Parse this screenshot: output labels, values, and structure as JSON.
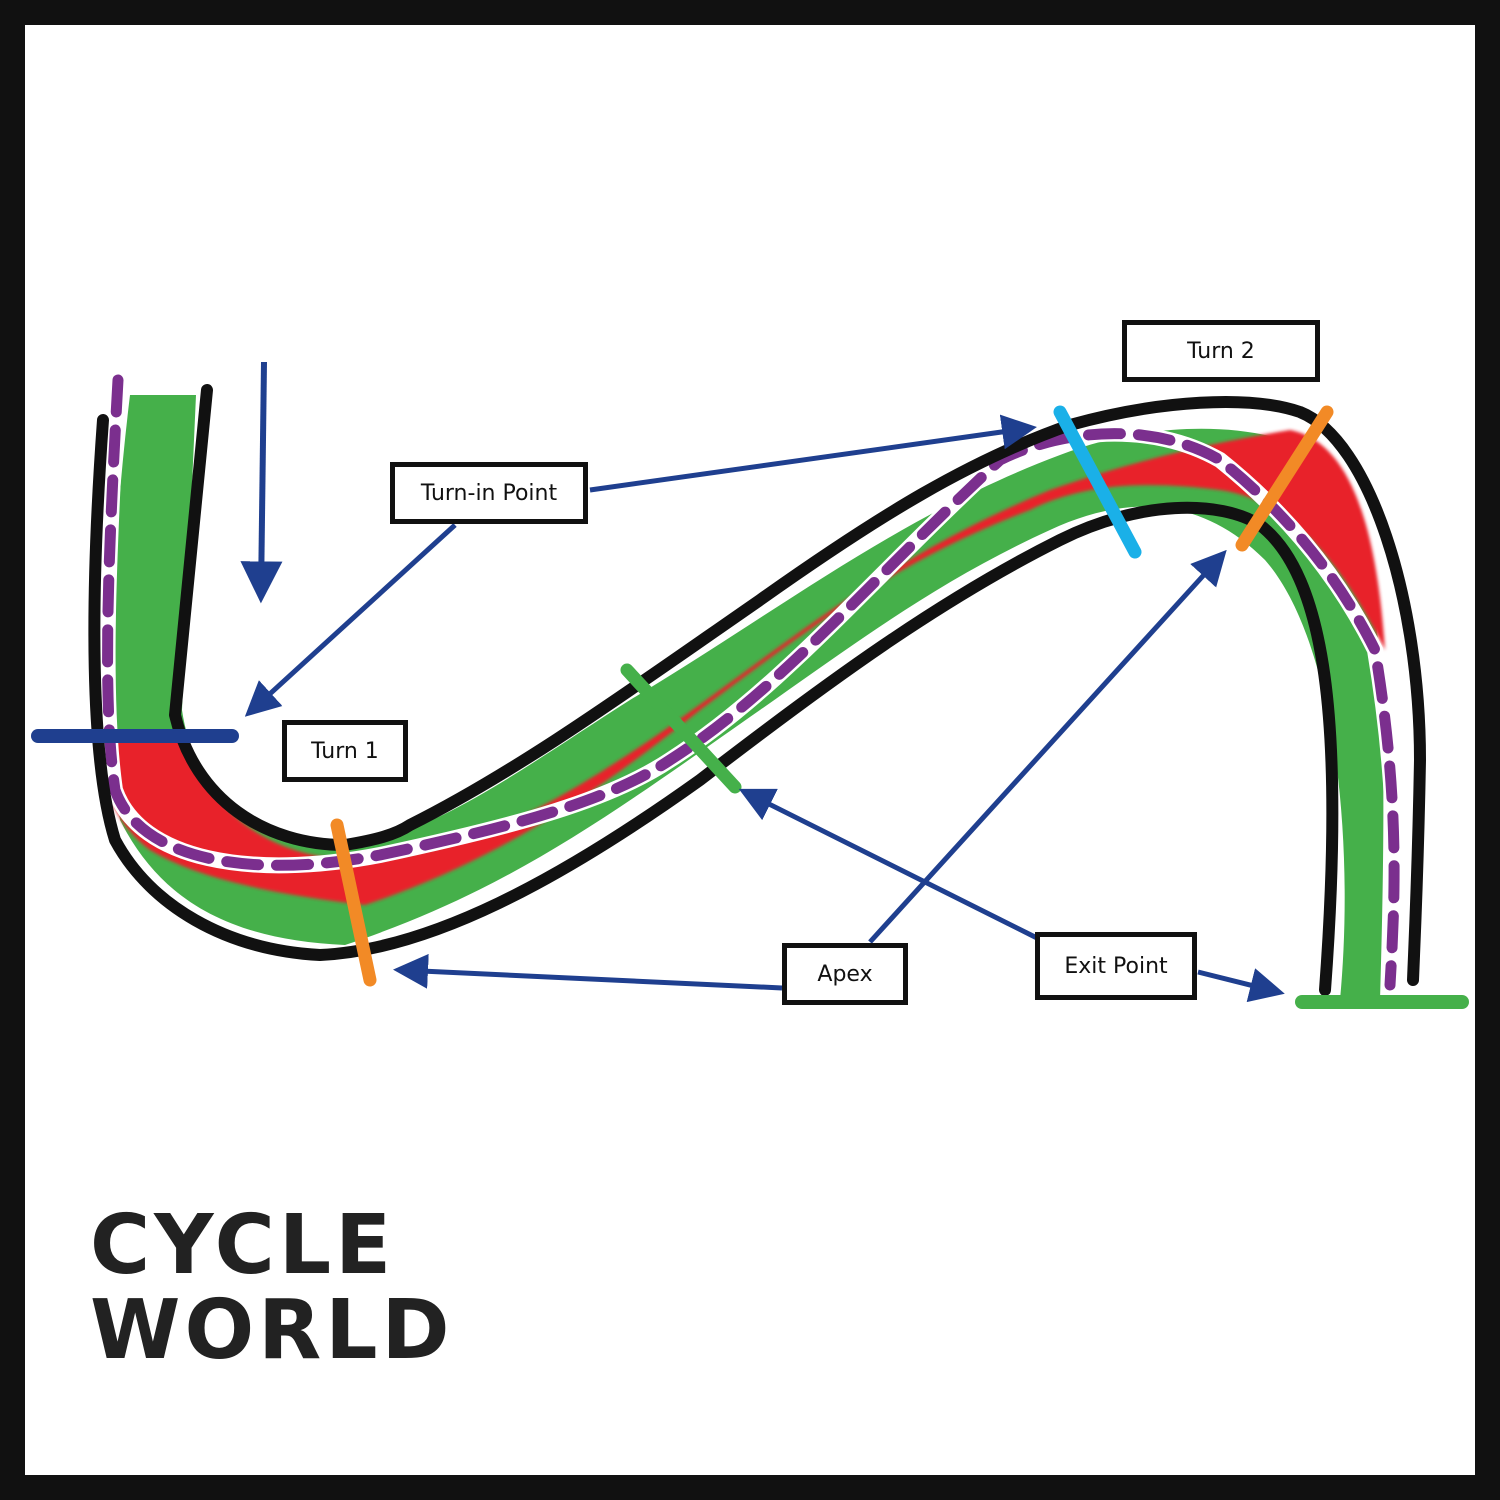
{
  "labels": {
    "turn_in_point": "Turn-in Point",
    "turn_1": "Turn 1",
    "turn_2": "Turn 2",
    "apex": "Apex",
    "exit_point": "Exit Point"
  },
  "brand": {
    "line1": "CYCLE",
    "line2": "WORLD"
  },
  "colors": {
    "track_edge": "#111111",
    "line_a": "#45b04a",
    "line_b": "#e8202a",
    "racing_line_dash": "#7b2f8e",
    "arrow": "#1f3f8f",
    "turn_in_marker_1": "#1f3f8f",
    "turn_in_marker_2": "#1ab0e8",
    "apex_marker": "#f28a26",
    "exit_marker": "#45b04a"
  }
}
